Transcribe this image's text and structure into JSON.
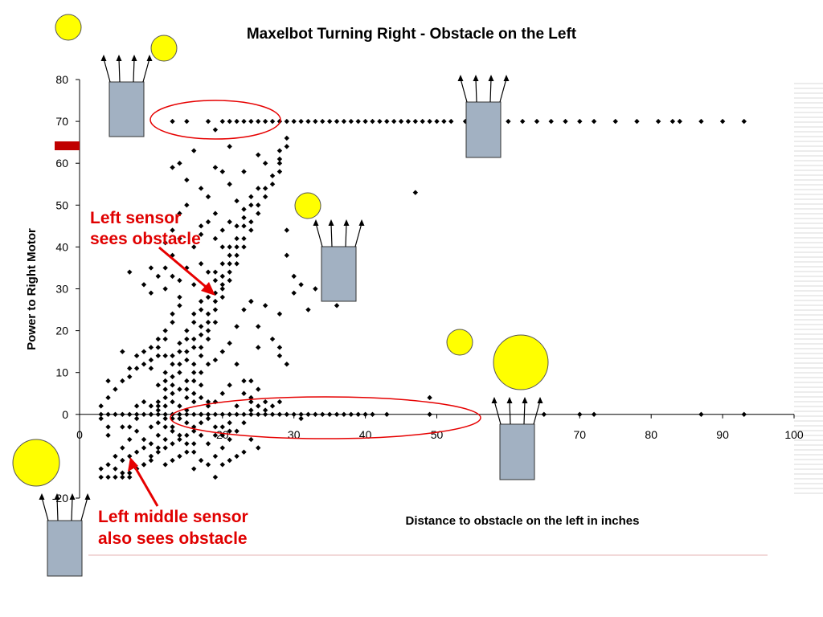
{
  "colors": {
    "point": "#000000",
    "annotation": "#e60000",
    "robot_fill": "#a2b1c2",
    "sensor_ball": "#ffff00",
    "highlight_ellipse": "#e60000",
    "accent_bar": "#c00000",
    "background_lines": "#d9d9d9"
  },
  "chart_data": {
    "type": "scatter",
    "title": "Maxelbot Turning Right - Obstacle on the Left",
    "xlabel": "Distance to obstacle on the left in inches",
    "ylabel": "Power to Right Motor",
    "xlim": [
      0,
      100
    ],
    "ylim": [
      -20,
      80
    ],
    "x_ticks": [
      0,
      20,
      30,
      40,
      50,
      70,
      80,
      90,
      100
    ],
    "y_ticks": [
      -20,
      0,
      10,
      20,
      30,
      40,
      50,
      60,
      70,
      80
    ],
    "grid": false,
    "legend": "none",
    "annotations": [
      {
        "lines": [
          "Left sensor",
          "sees obstacle"
        ]
      },
      {
        "lines": [
          "Left middle sensor",
          "also sees obstacle"
        ]
      }
    ],
    "points": [
      [
        13,
        70
      ],
      [
        15,
        70
      ],
      [
        18,
        70
      ],
      [
        19,
        68
      ],
      [
        20,
        70
      ],
      [
        21,
        70
      ],
      [
        22,
        70
      ],
      [
        23,
        70
      ],
      [
        24,
        70
      ],
      [
        25,
        70
      ],
      [
        26,
        70
      ],
      [
        27,
        70
      ],
      [
        28,
        70
      ],
      [
        29,
        70
      ],
      [
        30,
        70
      ],
      [
        31,
        70
      ],
      [
        32,
        70
      ],
      [
        33,
        70
      ],
      [
        34,
        70
      ],
      [
        35,
        70
      ],
      [
        36,
        70
      ],
      [
        37,
        70
      ],
      [
        38,
        70
      ],
      [
        39,
        70
      ],
      [
        40,
        70
      ],
      [
        41,
        70
      ],
      [
        42,
        70
      ],
      [
        43,
        70
      ],
      [
        44,
        70
      ],
      [
        45,
        70
      ],
      [
        46,
        70
      ],
      [
        47,
        70
      ],
      [
        48,
        70
      ],
      [
        49,
        70
      ],
      [
        50,
        70
      ],
      [
        51,
        70
      ],
      [
        52,
        70
      ],
      [
        54,
        70
      ],
      [
        56,
        70
      ],
      [
        58,
        70
      ],
      [
        60,
        70
      ],
      [
        62,
        70
      ],
      [
        64,
        70
      ],
      [
        66,
        70
      ],
      [
        68,
        70
      ],
      [
        70,
        70
      ],
      [
        72,
        70
      ],
      [
        75,
        70
      ],
      [
        78,
        70
      ],
      [
        81,
        70
      ],
      [
        83,
        70
      ],
      [
        84,
        70
      ],
      [
        87,
        70
      ],
      [
        90,
        70
      ],
      [
        93,
        70
      ],
      [
        29,
        66
      ],
      [
        29,
        64
      ],
      [
        28,
        63
      ],
      [
        28,
        61
      ],
      [
        28,
        60
      ],
      [
        28,
        58
      ],
      [
        27,
        57
      ],
      [
        27,
        55
      ],
      [
        26,
        54
      ],
      [
        26,
        52
      ],
      [
        25,
        50
      ],
      [
        25,
        48
      ],
      [
        24,
        46
      ],
      [
        24,
        44
      ],
      [
        23,
        42
      ],
      [
        23,
        40
      ],
      [
        22,
        38
      ],
      [
        22,
        36
      ],
      [
        21,
        34
      ],
      [
        21,
        32
      ],
      [
        20,
        30
      ],
      [
        20,
        28
      ],
      [
        19,
        27
      ],
      [
        19,
        25
      ],
      [
        18,
        24
      ],
      [
        18,
        22
      ],
      [
        17,
        21
      ],
      [
        17,
        19
      ],
      [
        16,
        18
      ],
      [
        16,
        16
      ],
      [
        15,
        15
      ],
      [
        15,
        13
      ],
      [
        14,
        12
      ],
      [
        14,
        10
      ],
      [
        13,
        9
      ],
      [
        13,
        7
      ],
      [
        12,
        6
      ],
      [
        12,
        4
      ],
      [
        11,
        3
      ],
      [
        11,
        1
      ],
      [
        10,
        0
      ],
      [
        20,
        44
      ],
      [
        21,
        46
      ],
      [
        22,
        45
      ],
      [
        23,
        49
      ],
      [
        22,
        40
      ],
      [
        21,
        38
      ],
      [
        20,
        36
      ],
      [
        19,
        34
      ],
      [
        19,
        32
      ],
      [
        18,
        30
      ],
      [
        18,
        28
      ],
      [
        17,
        27
      ],
      [
        17,
        25
      ],
      [
        16,
        24
      ],
      [
        16,
        22
      ],
      [
        15,
        20
      ],
      [
        15,
        18
      ],
      [
        14,
        17
      ],
      [
        14,
        15
      ],
      [
        13,
        14
      ],
      [
        13,
        12
      ],
      [
        12,
        10
      ],
      [
        12,
        8
      ],
      [
        11,
        7
      ],
      [
        24,
        52
      ],
      [
        25,
        54
      ],
      [
        24,
        50
      ],
      [
        23,
        47
      ],
      [
        23,
        45
      ],
      [
        22,
        42
      ],
      [
        21,
        40
      ],
      [
        21,
        36
      ],
      [
        20,
        33
      ],
      [
        20,
        31
      ],
      [
        19,
        29
      ],
      [
        19,
        22
      ],
      [
        18,
        20
      ],
      [
        18,
        18
      ],
      [
        17,
        16
      ],
      [
        17,
        14
      ],
      [
        16,
        12
      ],
      [
        16,
        10
      ],
      [
        15,
        8
      ],
      [
        15,
        6
      ],
      [
        14,
        28
      ],
      [
        14,
        26
      ],
      [
        13,
        24
      ],
      [
        13,
        22
      ],
      [
        12,
        20
      ],
      [
        12,
        18
      ],
      [
        11,
        16
      ],
      [
        11,
        14
      ],
      [
        10,
        13
      ],
      [
        10,
        11
      ],
      [
        9,
        12
      ],
      [
        8,
        11
      ],
      [
        7,
        9
      ],
      [
        6,
        8
      ],
      [
        5,
        6
      ],
      [
        4,
        4
      ],
      [
        3,
        2
      ],
      [
        4,
        8
      ],
      [
        6,
        15
      ],
      [
        7,
        11
      ],
      [
        8,
        14
      ],
      [
        9,
        15
      ],
      [
        10,
        16
      ],
      [
        11,
        18
      ],
      [
        12,
        14
      ],
      [
        13,
        59
      ],
      [
        14,
        60
      ],
      [
        15,
        56
      ],
      [
        14,
        48
      ],
      [
        15,
        50
      ],
      [
        13,
        44
      ],
      [
        12,
        41
      ],
      [
        14,
        42
      ],
      [
        13,
        38
      ],
      [
        12,
        35
      ],
      [
        11,
        33
      ],
      [
        13,
        33
      ],
      [
        10,
        29
      ],
      [
        12,
        30
      ],
      [
        7,
        34
      ],
      [
        9,
        31
      ],
      [
        10,
        35
      ],
      [
        16,
        63
      ],
      [
        17,
        54
      ],
      [
        18,
        52
      ],
      [
        19,
        59
      ],
      [
        20,
        58
      ],
      [
        21,
        55
      ],
      [
        22,
        51
      ],
      [
        18,
        46
      ],
      [
        17,
        45
      ],
      [
        16,
        40
      ],
      [
        19,
        42
      ],
      [
        20,
        40
      ],
      [
        17,
        36
      ],
      [
        15,
        35
      ],
      [
        16,
        31
      ],
      [
        14,
        32
      ],
      [
        18,
        34
      ],
      [
        21,
        64
      ],
      [
        23,
        58
      ],
      [
        25,
        62
      ],
      [
        26,
        60
      ],
      [
        19,
        48
      ],
      [
        17,
        43
      ],
      [
        24,
        27
      ],
      [
        23,
        25
      ],
      [
        22,
        21
      ],
      [
        21,
        17
      ],
      [
        20,
        15
      ],
      [
        19,
        13
      ],
      [
        18,
        12
      ],
      [
        17,
        10
      ],
      [
        16,
        8
      ],
      [
        22,
        12
      ],
      [
        23,
        8
      ],
      [
        24,
        4
      ],
      [
        25,
        2
      ],
      [
        21,
        7
      ],
      [
        20,
        5
      ],
      [
        19,
        3
      ],
      [
        18,
        2
      ],
      [
        17,
        0
      ],
      [
        22,
        2
      ],
      [
        23,
        -2
      ],
      [
        24,
        -6
      ],
      [
        25,
        -8
      ],
      [
        22,
        -4
      ],
      [
        21,
        -6
      ],
      [
        20,
        -8
      ],
      [
        19,
        -10
      ],
      [
        18,
        -12
      ],
      [
        17,
        -11
      ],
      [
        16,
        -9
      ],
      [
        15,
        -7
      ],
      [
        14,
        -5
      ],
      [
        13,
        -3
      ],
      [
        12,
        -1
      ],
      [
        20,
        -3
      ],
      [
        19,
        -5
      ],
      [
        18,
        -7
      ],
      [
        16,
        -4
      ],
      [
        15,
        -2
      ],
      [
        14,
        -1
      ],
      [
        13,
        -4
      ],
      [
        12,
        -6
      ],
      [
        11,
        -8
      ],
      [
        10,
        -10
      ],
      [
        9,
        -12
      ],
      [
        8,
        -13
      ],
      [
        7,
        -14
      ],
      [
        6,
        -14
      ],
      [
        5,
        -13
      ],
      [
        4,
        -12
      ],
      [
        3,
        -13
      ],
      [
        6,
        -11
      ],
      [
        7,
        -10
      ],
      [
        8,
        -9
      ],
      [
        9,
        -8
      ],
      [
        10,
        -7
      ],
      [
        11,
        -5
      ],
      [
        12,
        -3
      ],
      [
        13,
        -1
      ],
      [
        3,
        -15
      ],
      [
        4,
        -15
      ],
      [
        5,
        -15
      ],
      [
        6,
        -15
      ],
      [
        7,
        -15
      ],
      [
        8,
        -13
      ],
      [
        9,
        -12
      ],
      [
        10,
        -11
      ],
      [
        11,
        -9
      ],
      [
        12,
        -8
      ],
      [
        13,
        -7
      ],
      [
        14,
        -6
      ],
      [
        15,
        -5
      ],
      [
        16,
        -3
      ],
      [
        17,
        -2
      ],
      [
        18,
        -1
      ],
      [
        19,
        -3
      ],
      [
        20,
        -5
      ],
      [
        21,
        -4
      ],
      [
        21,
        -2
      ],
      [
        17,
        -5
      ],
      [
        16,
        -7
      ],
      [
        15,
        -9
      ],
      [
        14,
        -10
      ],
      [
        13,
        -11
      ],
      [
        12,
        -12
      ],
      [
        20,
        -12
      ],
      [
        21,
        -11
      ],
      [
        22,
        -10
      ],
      [
        23,
        -9
      ],
      [
        19,
        -15
      ],
      [
        16,
        -13
      ],
      [
        3,
        0
      ],
      [
        4,
        0
      ],
      [
        5,
        0
      ],
      [
        6,
        0
      ],
      [
        7,
        0
      ],
      [
        8,
        0
      ],
      [
        9,
        0
      ],
      [
        10,
        0
      ],
      [
        11,
        0
      ],
      [
        12,
        0
      ],
      [
        13,
        0
      ],
      [
        14,
        0
      ],
      [
        15,
        0
      ],
      [
        16,
        0
      ],
      [
        17,
        0
      ],
      [
        18,
        0
      ],
      [
        19,
        0
      ],
      [
        20,
        0
      ],
      [
        21,
        0
      ],
      [
        22,
        0
      ],
      [
        23,
        0
      ],
      [
        24,
        0
      ],
      [
        25,
        0
      ],
      [
        26,
        0
      ],
      [
        27,
        0
      ],
      [
        28,
        0
      ],
      [
        29,
        0
      ],
      [
        30,
        0
      ],
      [
        31,
        0
      ],
      [
        32,
        0
      ],
      [
        33,
        0
      ],
      [
        34,
        0
      ],
      [
        35,
        0
      ],
      [
        37,
        0
      ],
      [
        38,
        0
      ],
      [
        40,
        0
      ],
      [
        43,
        0
      ],
      [
        49,
        0
      ],
      [
        65,
        0
      ],
      [
        70,
        0
      ],
      [
        72,
        0
      ],
      [
        87,
        0
      ],
      [
        93,
        0
      ],
      [
        11,
        2
      ],
      [
        12,
        2
      ],
      [
        13,
        3
      ],
      [
        14,
        2
      ],
      [
        15,
        1
      ],
      [
        16,
        3
      ],
      [
        17,
        4
      ],
      [
        18,
        3
      ],
      [
        10,
        2
      ],
      [
        9,
        3
      ],
      [
        8,
        2
      ],
      [
        15,
        4
      ],
      [
        14,
        6
      ],
      [
        13,
        5
      ],
      [
        16,
        5
      ],
      [
        17,
        7
      ],
      [
        24,
        8
      ],
      [
        25,
        6
      ],
      [
        26,
        3
      ],
      [
        26,
        1
      ],
      [
        23,
        5
      ],
      [
        24,
        3
      ],
      [
        27,
        2
      ],
      [
        28,
        3
      ],
      [
        24,
        1
      ],
      [
        31,
        -1
      ],
      [
        36,
        0
      ],
      [
        39,
        0
      ],
      [
        41,
        0
      ],
      [
        24,
        27
      ],
      [
        26,
        26
      ],
      [
        28,
        24
      ],
      [
        30,
        29
      ],
      [
        28,
        16
      ],
      [
        29,
        12
      ],
      [
        25,
        21
      ],
      [
        27,
        18
      ],
      [
        25,
        16
      ],
      [
        28,
        14
      ],
      [
        29,
        38
      ],
      [
        30,
        33
      ],
      [
        31,
        31
      ],
      [
        33,
        30
      ],
      [
        32,
        25
      ],
      [
        36,
        26
      ],
      [
        29,
        44
      ],
      [
        47,
        53
      ],
      [
        49,
        4
      ],
      [
        4,
        -5
      ],
      [
        5,
        -10
      ],
      [
        6,
        -8
      ],
      [
        7,
        -6
      ],
      [
        8,
        -4
      ],
      [
        9,
        -6
      ],
      [
        10,
        -3
      ],
      [
        11,
        -2
      ],
      [
        3,
        -1
      ],
      [
        4,
        -3
      ],
      [
        6,
        -3
      ],
      [
        7,
        -3
      ],
      [
        8,
        -1
      ]
    ]
  }
}
